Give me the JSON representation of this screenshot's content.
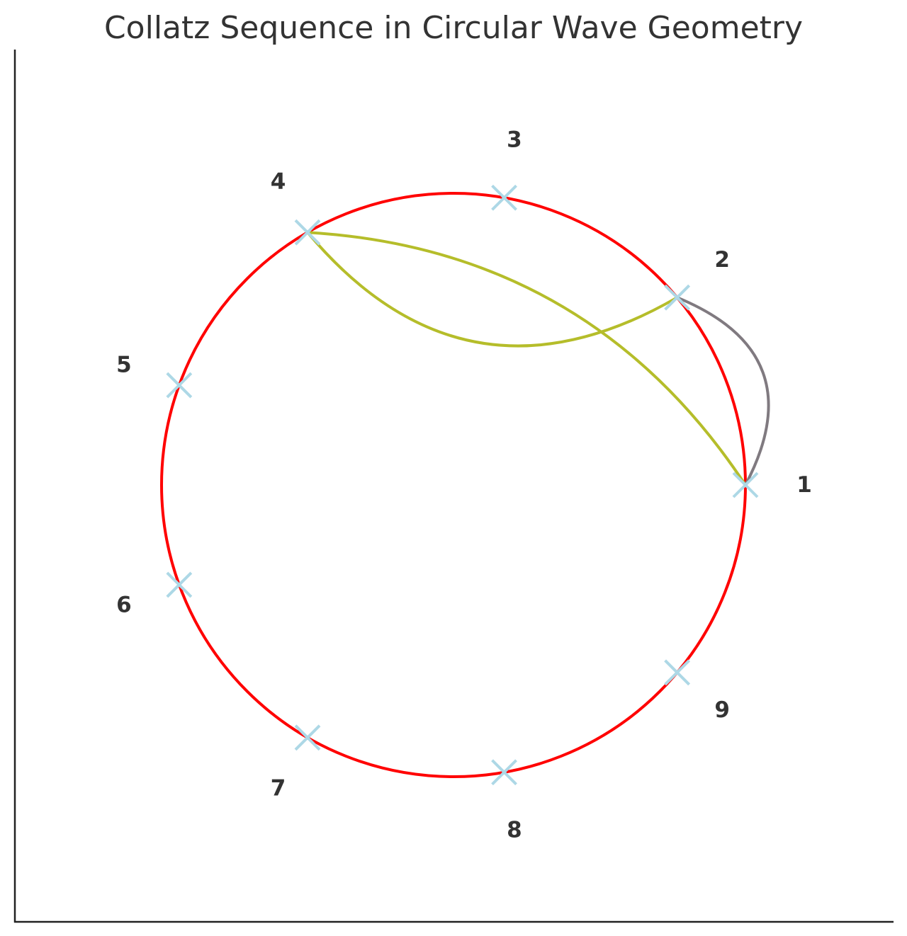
{
  "title": "Collatz Sequence in Circular Wave Geometry",
  "colors": {
    "circle": "#ff0000",
    "marker": "#add8e6",
    "axis": "#222222",
    "path_yellow": "#b5bd2a",
    "path_gray": "#807a80",
    "text": "#333333"
  },
  "chart_data": {
    "type": "diagram",
    "title": "Collatz Sequence in Circular Wave Geometry",
    "nodes": [
      {
        "label": "1",
        "angle_deg": 0
      },
      {
        "label": "2",
        "angle_deg": 40
      },
      {
        "label": "3",
        "angle_deg": 80
      },
      {
        "label": "4",
        "angle_deg": 120
      },
      {
        "label": "5",
        "angle_deg": 160
      },
      {
        "label": "6",
        "angle_deg": 200
      },
      {
        "label": "7",
        "angle_deg": 240
      },
      {
        "label": "8",
        "angle_deg": 280
      },
      {
        "label": "9",
        "angle_deg": 320
      }
    ],
    "edges": [
      {
        "from": "4",
        "to": "2",
        "color": "yellow",
        "curvature": 0.42
      },
      {
        "from": "4",
        "to": "1",
        "color": "yellow",
        "curvature": -0.25
      },
      {
        "from": "2",
        "to": "1",
        "color": "gray",
        "curvature": -0.55
      }
    ],
    "grid": false,
    "axes": "left-bottom spines only"
  }
}
